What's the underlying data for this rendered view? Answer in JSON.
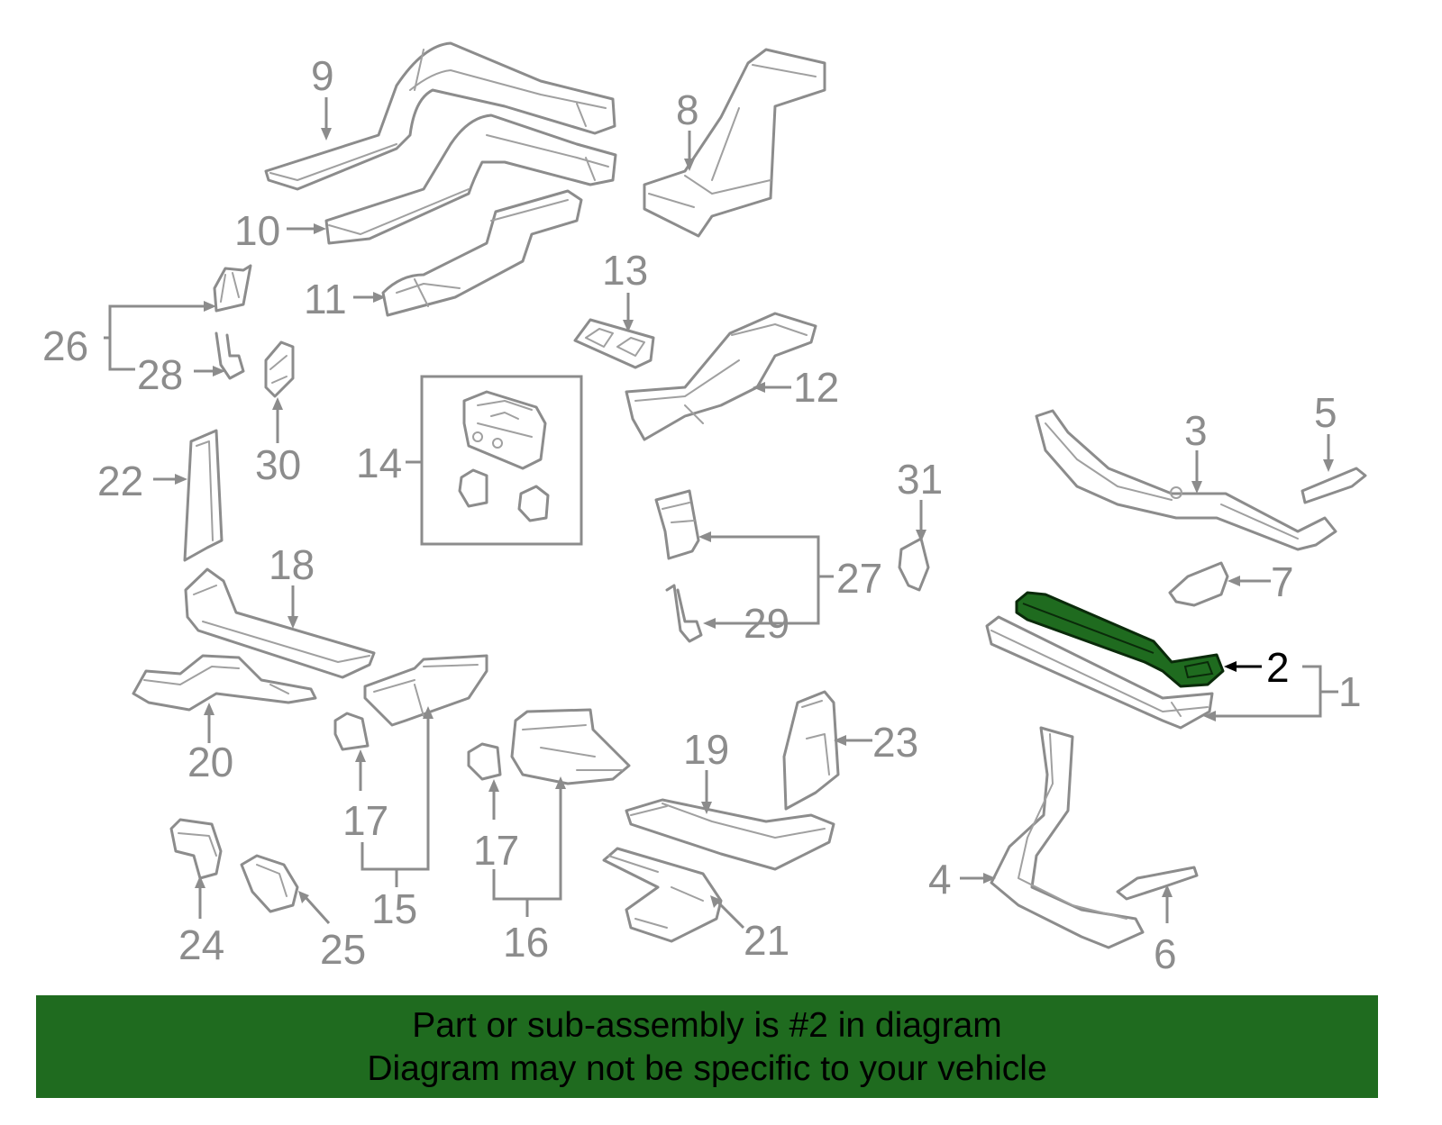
{
  "highlight": {
    "part_number": "2",
    "color": "#1f6b1f"
  },
  "line_color": "#8c8c8c",
  "callouts": {
    "c1": "1",
    "c2": "2",
    "c3": "3",
    "c4": "4",
    "c5": "5",
    "c6": "6",
    "c7": "7",
    "c8": "8",
    "c9": "9",
    "c10": "10",
    "c11": "11",
    "c12": "12",
    "c13": "13",
    "c14": "14",
    "c15": "15",
    "c16": "16",
    "c17a": "17",
    "c17b": "17",
    "c18": "18",
    "c19": "19",
    "c20": "20",
    "c21": "21",
    "c22": "22",
    "c23": "23",
    "c24": "24",
    "c25": "25",
    "c26": "26",
    "c27": "27",
    "c28": "28",
    "c29": "29",
    "c30": "30",
    "c31": "31"
  },
  "banner": {
    "line1": "Part or sub-assembly is #2 in diagram",
    "line2": "Diagram may not be specific to your vehicle"
  }
}
